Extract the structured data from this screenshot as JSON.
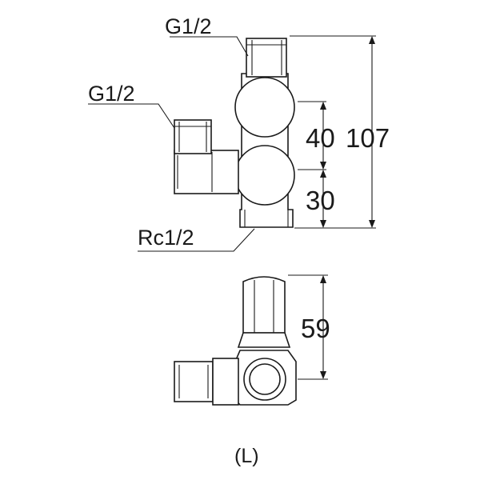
{
  "labels": {
    "top_outlet_thread": "G1/2",
    "side_inlet_thread": "G1/2",
    "bottom_inlet_thread": "Rc1/2"
  },
  "dimensions": {
    "upper_spacing": "40",
    "lower_spacing": "30",
    "overall_height": "107",
    "bottom_view_height": "59"
  },
  "caption": "(L)"
}
